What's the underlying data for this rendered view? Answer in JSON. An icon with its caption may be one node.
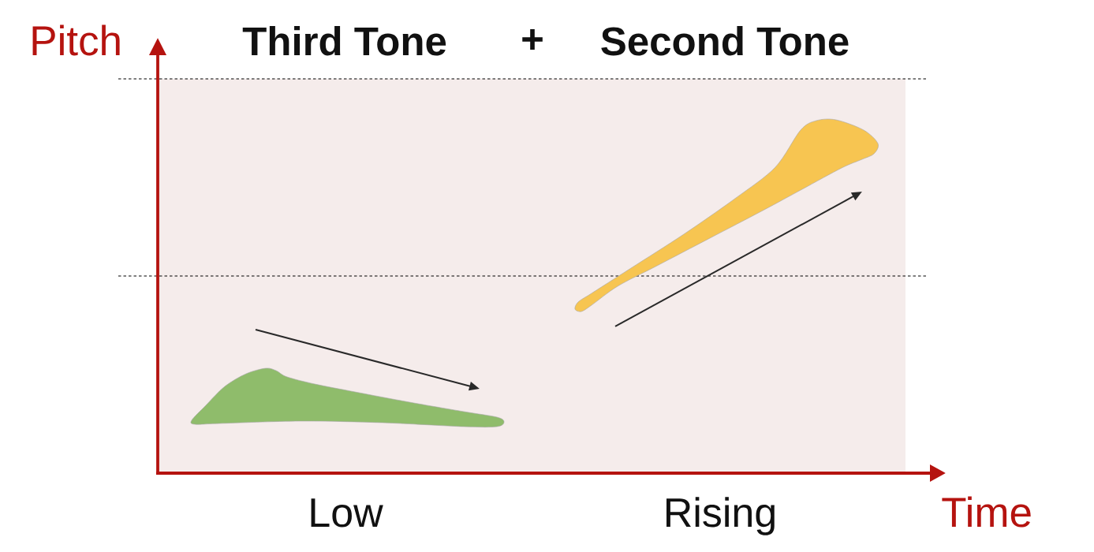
{
  "diagram": {
    "nodes": [
      {
        "text": [],
        "shape": "blob"
      },
      {
        "text": [],
        "shape": "blob"
      }
    ],
    "labels": [
      "Pitch",
      "Third Tone",
      "+",
      "Second Tone",
      "Low",
      "Rising",
      "Time"
    ]
  }
}
